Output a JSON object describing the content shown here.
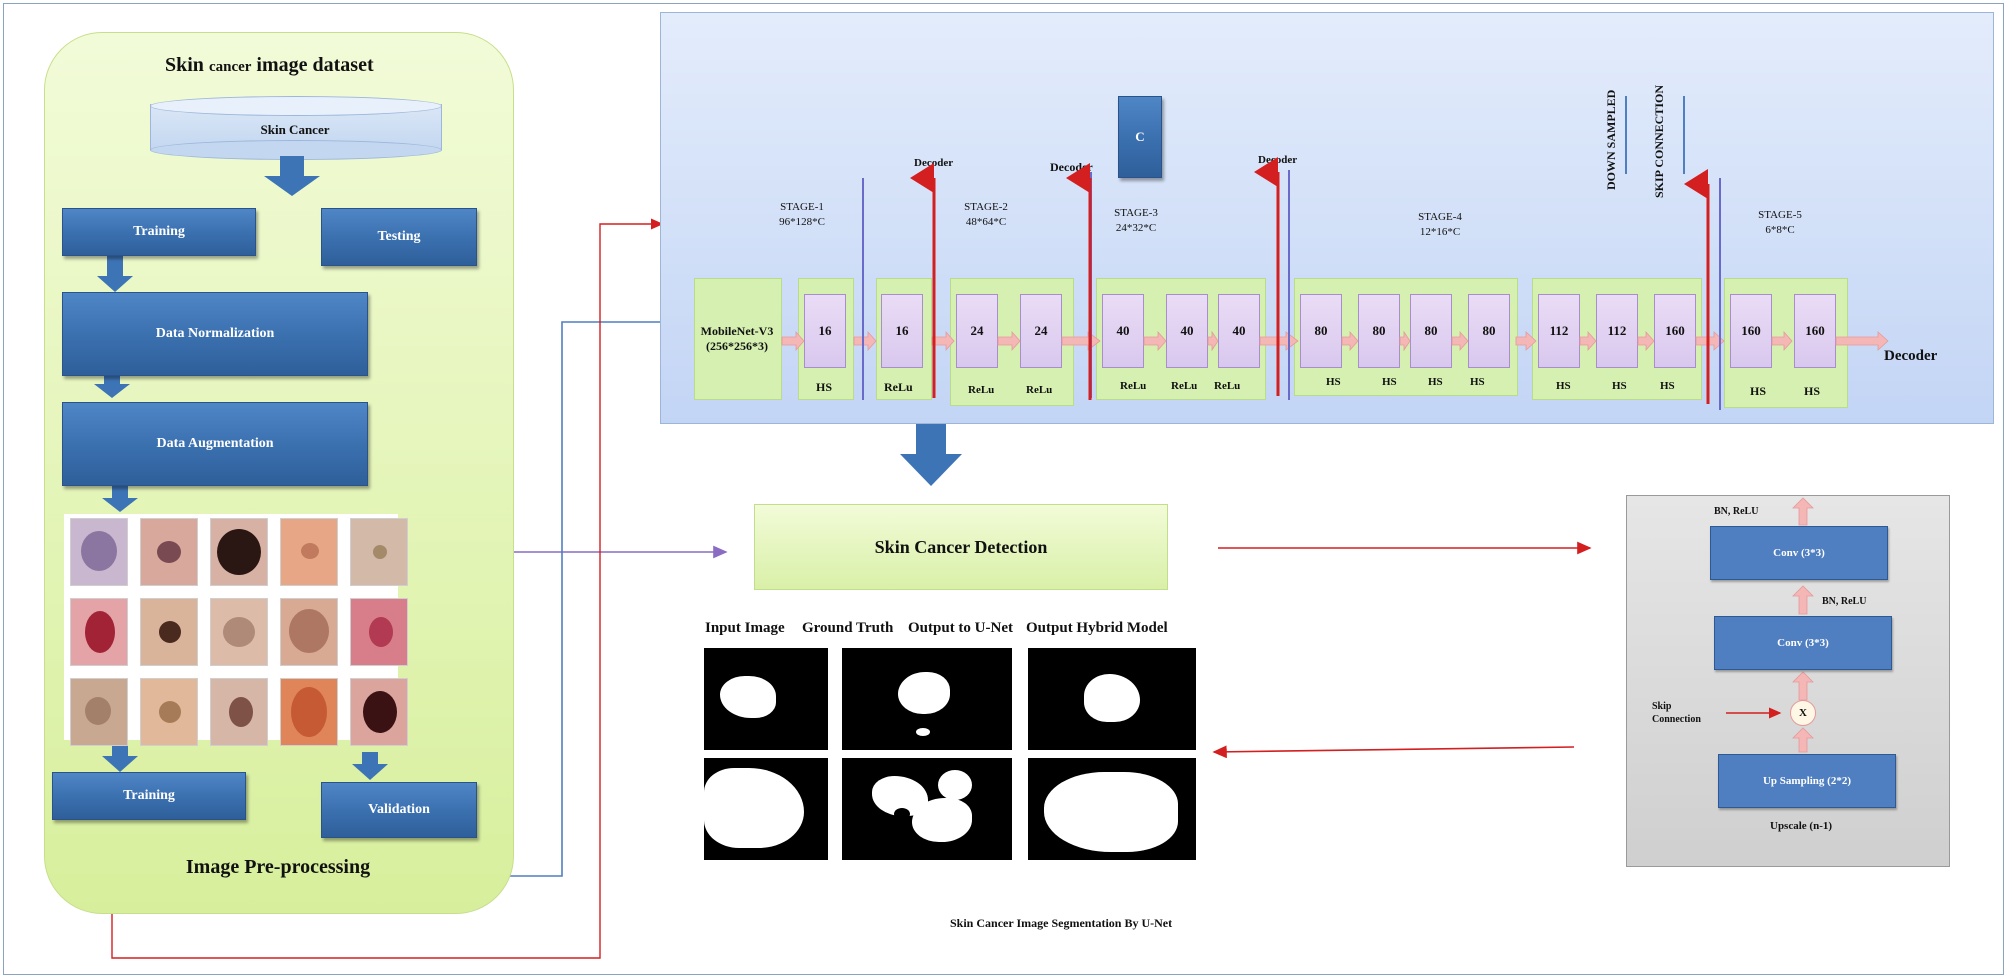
{
  "left_panel": {
    "title_skin": "Skin",
    "title_cancer": "cancer",
    "title_rest": "image dataset",
    "dataset": "Skin Cancer",
    "training_top": "Training",
    "testing": "Testing",
    "normalization": "Data Normalization",
    "augmentation": "Data Augmentation",
    "training_bottom": "Training",
    "validation": "Validation",
    "footer": "Image Pre-processing"
  },
  "architecture": {
    "c_box": "C",
    "down_sampled": "DOWN SAMPLED",
    "skip_connection": "SKIP CONNECTION",
    "mobilenet_line1": "MobileNet-V3",
    "mobilenet_line2": "(256*256*3)",
    "decoder_out": "Decoder",
    "decoder_labels": [
      "Decoder",
      "Decoder",
      "Decoder"
    ],
    "stages": [
      {
        "name": "STAGE-1",
        "dims": "96*128*C"
      },
      {
        "name": "STAGE-2",
        "dims": "48*64*C"
      },
      {
        "name": "STAGE-3",
        "dims": "24*32*C"
      },
      {
        "name": "STAGE-4",
        "dims": "12*16*C"
      },
      {
        "name": "STAGE-5",
        "dims": "6*8*C"
      }
    ],
    "blocks": [
      "16",
      "16",
      "24",
      "24",
      "40",
      "40",
      "40",
      "80",
      "80",
      "80",
      "80",
      "112",
      "112",
      "160",
      "160",
      "160"
    ],
    "activations": [
      "HS",
      "ReLu",
      "ReLu",
      "ReLu",
      "ReLu",
      "ReLu",
      "ReLu",
      "HS",
      "HS",
      "HS",
      "HS",
      "HS",
      "HS",
      "HS",
      "HS",
      "HS"
    ]
  },
  "detection": {
    "label": "Skin Cancer Detection",
    "columns": [
      "Input Image",
      "Ground Truth",
      "Output to U-Net",
      "Output Hybrid Model"
    ],
    "caption": "Skin Cancer Image Segmentation By U-Net"
  },
  "unet_block": {
    "bn1": "BN, ReLU",
    "conv1": "Conv (3*3)",
    "bn2": "BN, ReLU",
    "conv2": "Conv (3*3)",
    "skip_line1": "Skip",
    "skip_line2": "Connection",
    "mult": "X",
    "upsampling": "Up Sampling  (2*2)",
    "upscale": "Upscale (n-1)"
  },
  "colors": {
    "blue_box": "#3a6fae",
    "panel_green": "#e2f4b4",
    "arch_blue": "#c3d5f5",
    "red_arrow": "#d31f1f",
    "purple_block": "#d9c8ee"
  }
}
